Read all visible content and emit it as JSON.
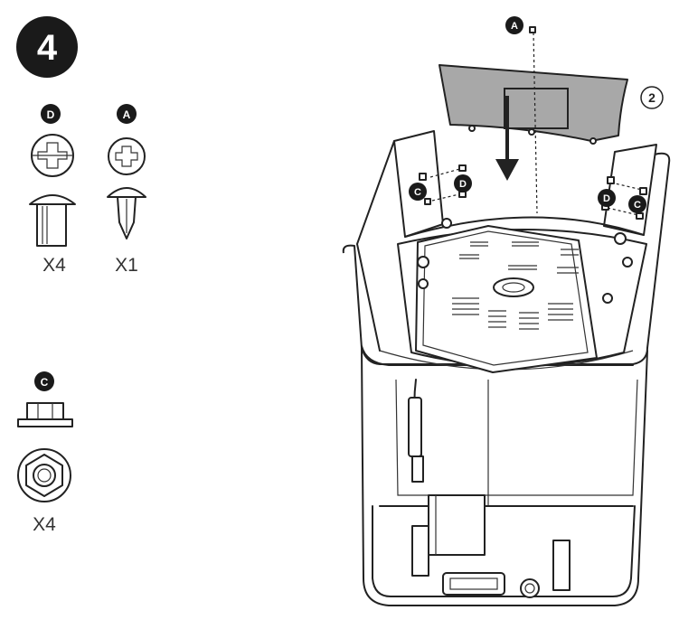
{
  "step": {
    "number": "4"
  },
  "parts": {
    "D": {
      "label": "D",
      "quantity": "X4"
    },
    "A": {
      "label": "A",
      "quantity": "X1"
    },
    "C": {
      "label": "C",
      "quantity": "X4"
    }
  },
  "callouts": {
    "screw_a": "A",
    "screw_d_left": "D",
    "nut_c_left": "C",
    "screw_d_right": "D",
    "nut_c_right": "C",
    "part_number": "2"
  },
  "colors": {
    "badge": "#1a1a1a",
    "panel": "#a8a8a8",
    "line": "#222222"
  },
  "icons": [
    "phillips-truss-screw-icon",
    "phillips-pan-screw-icon",
    "hex-nut-icon",
    "down-arrow-icon"
  ]
}
